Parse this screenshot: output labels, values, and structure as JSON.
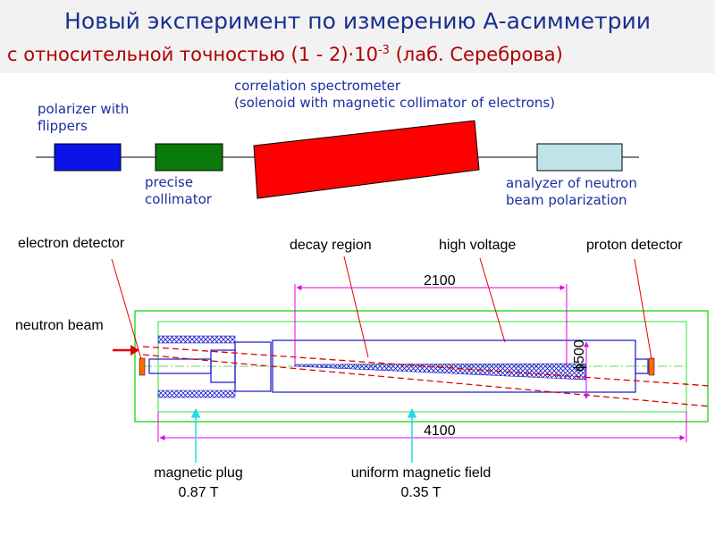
{
  "title": {
    "line1": "Новый эксперимент по измерению А-асимметрии",
    "line2_prefix": "с относительной точностью (1 - 2)·10",
    "line2_exp": "-3",
    "line2_suffix": " (лаб. Сереброва)"
  },
  "top_labels": {
    "polarizer_line1": "polarizer with",
    "polarizer_line2": "flippers",
    "collimator_line1": "precise",
    "collimator_line2": "collimator",
    "spectrometer_line1": "correlation spectrometer",
    "spectrometer_line2": "(solenoid with magnetic collimator of electrons)",
    "analyzer_line1": "analyzer of neutron",
    "analyzer_line2": "beam polarization"
  },
  "drawing_labels": {
    "electron_detector": "electron detector",
    "decay_region": "decay region",
    "high_voltage": "high voltage",
    "proton_detector": "proton detector",
    "neutron_beam": "neutron beam",
    "dim_2100": "2100",
    "dim_4100": "4100",
    "dim_diameter": "ϕ500",
    "magnetic_plug": "magnetic plug",
    "magnetic_plug_value": "0.87 T",
    "uniform_field": "uniform magnetic field",
    "uniform_field_value": "0.35 T"
  },
  "colors": {
    "title_blue": "#1a2f8f",
    "title_red": "#b00000",
    "label_blue": "#1a2fa0",
    "polarizer": "#0a14e6",
    "collimator": "#0a7a0a",
    "spectrometer": "#ff0000",
    "analyzer": "#bfe3e8",
    "outline_green": "#33dd33",
    "magenta": "#e000e0",
    "cyan": "#22d8ee",
    "blue_line": "#1515cc"
  }
}
